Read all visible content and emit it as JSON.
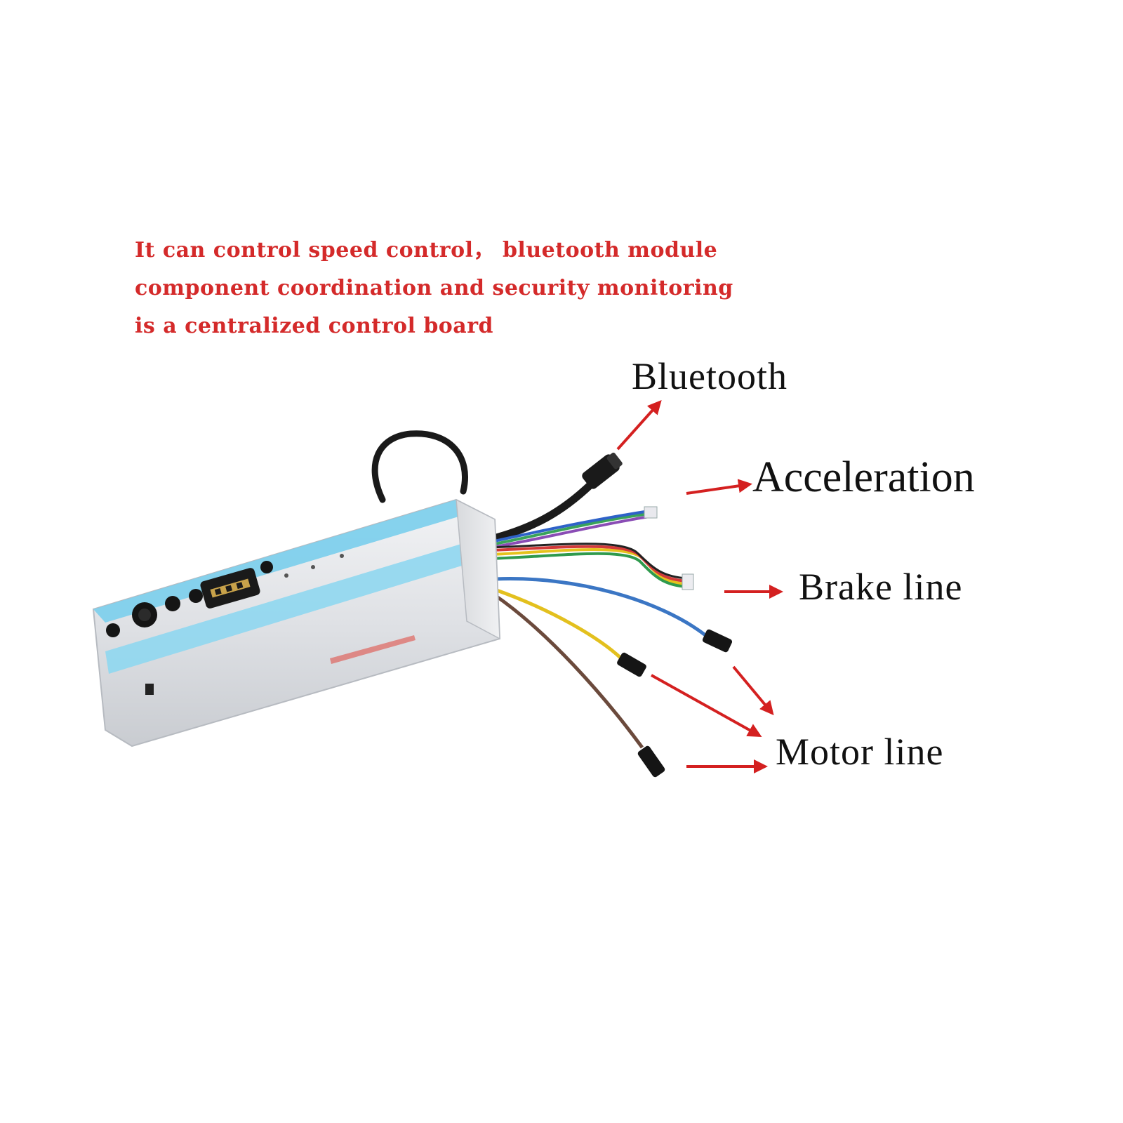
{
  "description": {
    "line1": "It can control speed control，  bluetooth module",
    "line2": "component coordination and security monitoring",
    "line3": "is a centralized control board"
  },
  "labels": {
    "bluetooth": "Bluetooth",
    "acceleration": "Acceleration",
    "brake": "Brake line",
    "motor": "Motor line"
  },
  "colors": {
    "description_text": "#d42a2a",
    "arrow": "#d42020",
    "label_text": "#111111",
    "housing": "#e4e6ea",
    "housing_band": "#7fd0ec"
  }
}
